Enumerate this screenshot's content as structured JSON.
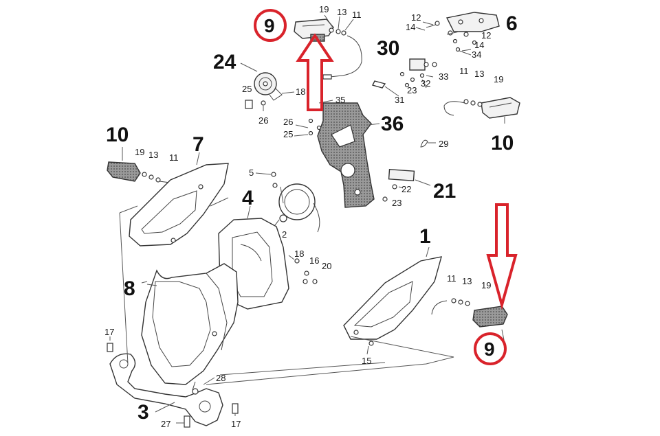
{
  "callouts": {
    "c9_top": "9",
    "c9_bottom": "9",
    "c19a": "19",
    "c13a": "13",
    "c11a": "11",
    "c12a": "12",
    "c14a": "14",
    "c6": "6",
    "c12b": "12",
    "c14b": "14",
    "c34": "34",
    "c30": "30",
    "c33": "33",
    "c32": "32",
    "c23a": "23",
    "c31": "31",
    "c24": "24",
    "c25a": "25",
    "c18a": "18",
    "c26a": "26",
    "c35": "35",
    "c26b": "26",
    "c25b": "25",
    "c36": "36",
    "c11b": "11",
    "c13b": "13",
    "c19b": "19",
    "c10r": "10",
    "c29": "29",
    "c10l": "10",
    "c19c": "19",
    "c13c": "13",
    "c11c": "11",
    "c7": "7",
    "c5": "5",
    "c4": "4",
    "c2": "2",
    "c22": "22",
    "c21": "21",
    "c23b": "23",
    "c18b": "18",
    "c16": "16",
    "c20": "20",
    "c1": "1",
    "c11d": "11",
    "c13d": "13",
    "c19d": "19",
    "c8": "8",
    "c17a": "17",
    "c15": "15",
    "c28": "28",
    "c3": "3",
    "c27": "27",
    "c17b": "17"
  },
  "annotation_color": "#d9232b"
}
